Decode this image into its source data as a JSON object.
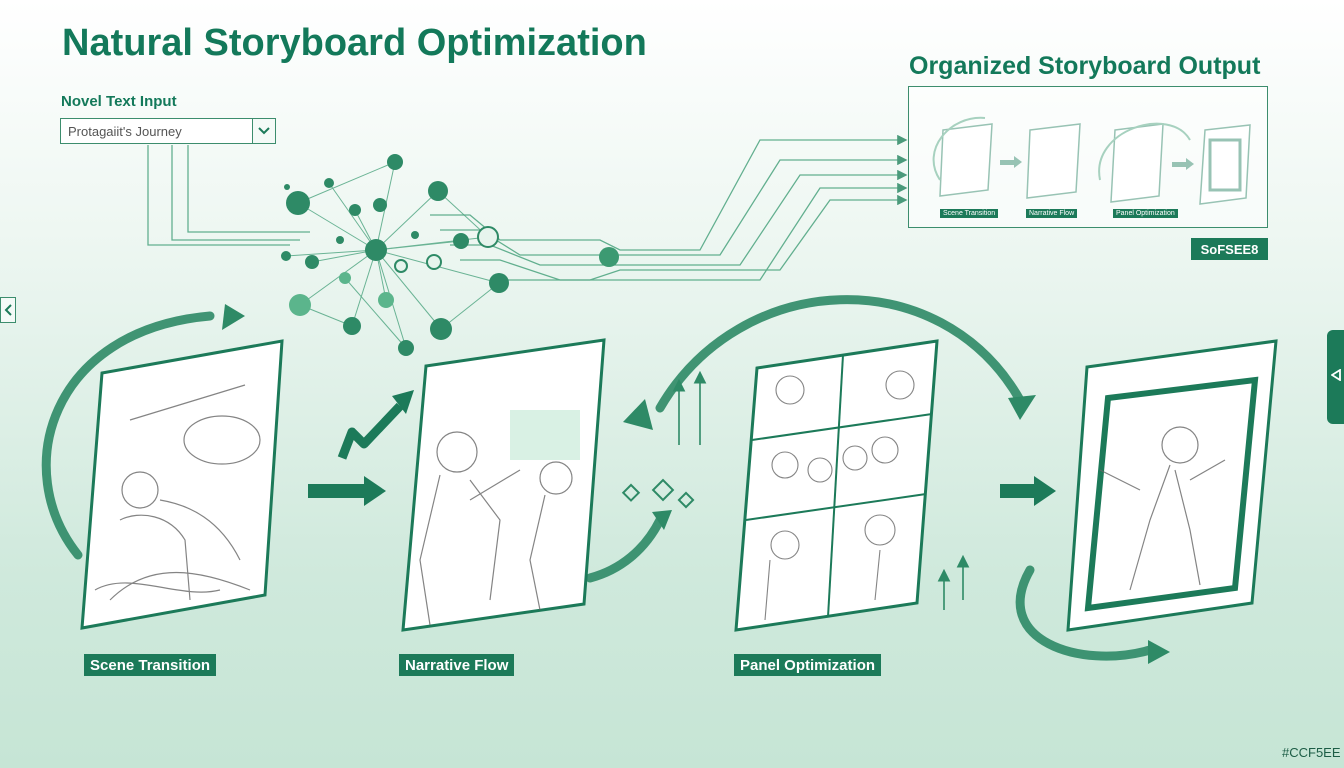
{
  "title": "Natural Storyboard Optimization",
  "input": {
    "label": "Novel Text Input",
    "value": "Protagaiit's Journey"
  },
  "output": {
    "title": "Organized Storyboard Output",
    "badge": "SoFSEE8",
    "captions": [
      "Scene Transition",
      "Narrative Flow",
      "Panel Optimization"
    ]
  },
  "stages": [
    {
      "label": "Scene Transition"
    },
    {
      "label": "Narrative Flow"
    },
    {
      "label": "Panel Optimization"
    }
  ],
  "footer_code": "#CCF5EE",
  "colors": {
    "accent": "#1c7a59",
    "title": "#13795a",
    "background": "#e3f2ea"
  },
  "icons": [
    "chevron-down-icon",
    "chevron-left-icon",
    "triangle-left-icon"
  ]
}
